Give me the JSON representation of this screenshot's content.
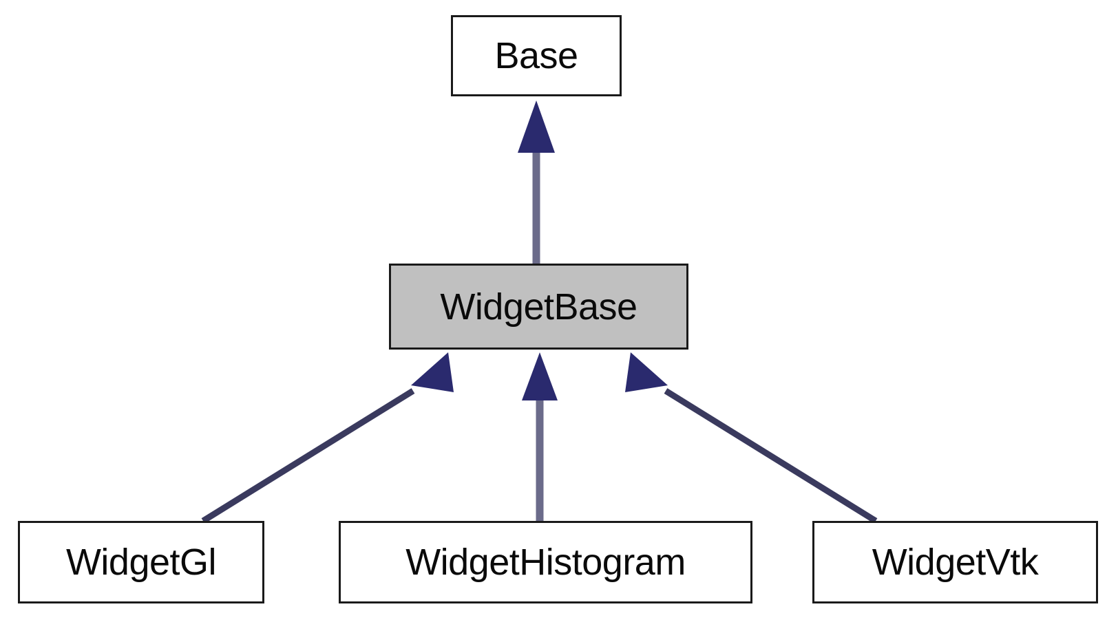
{
  "diagram": {
    "kind": "uml-class-inheritance",
    "title": "WidgetBase inheritance diagram",
    "background_color": "#ffffff",
    "node_border_color": "#1a1a1a",
    "node_fill_color": "#ffffff",
    "highlight_fill_color": "#c0c0c0",
    "arrowhead_color": "#2a2a6e",
    "edge_line_color": "#6b6b8a",
    "edge_diagonal_color": "#3a3a5e"
  },
  "nodes": {
    "base": {
      "label": "Base",
      "highlighted": false,
      "level": 1
    },
    "widgetbase": {
      "label": "WidgetBase",
      "highlighted": true,
      "level": 2
    },
    "widgetgl": {
      "label": "WidgetGl",
      "highlighted": false,
      "level": 3
    },
    "widgethistogram": {
      "label": "WidgetHistogram",
      "highlighted": false,
      "level": 3
    },
    "widgetvtk": {
      "label": "WidgetVtk",
      "highlighted": false,
      "level": 3
    }
  },
  "edges": [
    {
      "id": "widgetbase-to-base",
      "from": "widgetbase",
      "to": "base",
      "relation": "inherits",
      "orientation": "vertical"
    },
    {
      "id": "widgetgl-to-widgetbase",
      "from": "widgetgl",
      "to": "widgetbase",
      "relation": "inherits",
      "orientation": "diagonal-left"
    },
    {
      "id": "widgethistogram-to-widgetbase",
      "from": "widgethistogram",
      "to": "widgetbase",
      "relation": "inherits",
      "orientation": "vertical"
    },
    {
      "id": "widgetvtk-to-widgetbase",
      "from": "widgetvtk",
      "to": "widgetbase",
      "relation": "inherits",
      "orientation": "diagonal-right"
    }
  ]
}
